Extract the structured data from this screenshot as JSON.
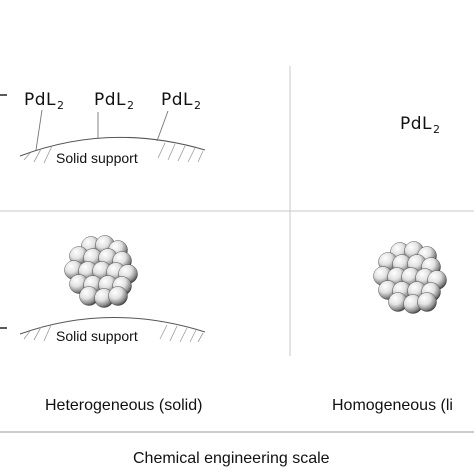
{
  "top_left": {
    "ligands": [
      {
        "base": "PdL",
        "sub": "2"
      },
      {
        "base": "PdL",
        "sub": "2"
      },
      {
        "base": "PdL",
        "sub": "2"
      }
    ],
    "support_label": "Solid support"
  },
  "top_right": {
    "ligand": {
      "base": "PdL",
      "sub": "2"
    }
  },
  "bottom_left": {
    "support_label": "Solid support"
  },
  "columns": {
    "left_label": "Heterogeneous (solid)",
    "right_label": "Homogeneous (li"
  },
  "x_axis_title": "Chemical engineering scale"
}
